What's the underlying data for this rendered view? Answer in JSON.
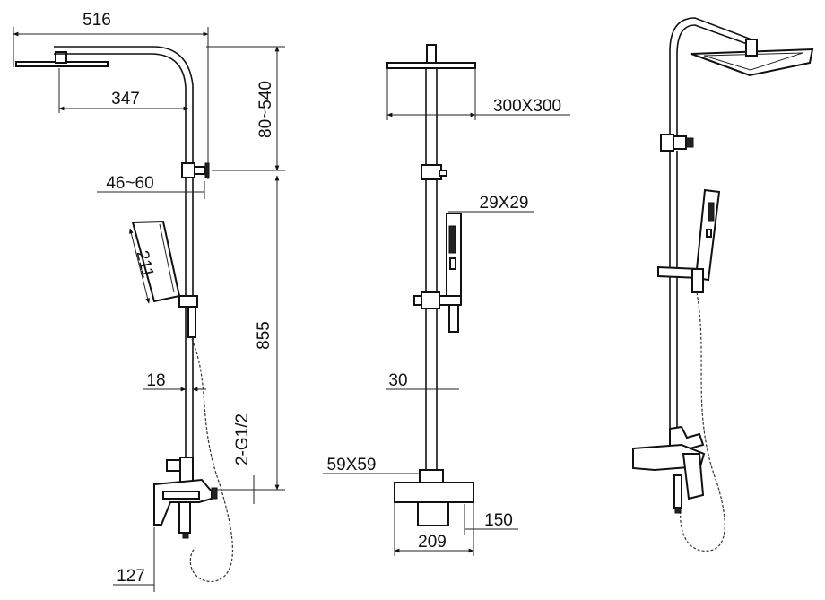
{
  "dimensions": {
    "width_total": "516",
    "head_reach": "347",
    "rail_height": "80~540",
    "bracket": "46~60",
    "handset_length": "211",
    "total_height": "855",
    "pipe_offset": "18",
    "inlet": "2-G1/2",
    "mixer_offset": "127",
    "head_size": "300X300",
    "handset_section": "29X29",
    "pipe_size": "30",
    "body_section": "59X59",
    "mixer_depth": "150",
    "mixer_width": "209"
  },
  "colors": {
    "line": "#111111",
    "background": "#ffffff"
  }
}
